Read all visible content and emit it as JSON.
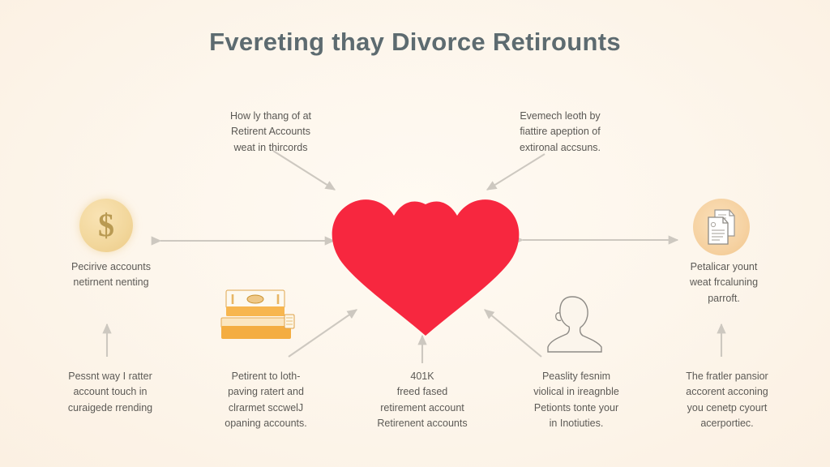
{
  "page": {
    "title": "Fvereting thay Divorce Retirounts",
    "background_color": "#fdf6ec",
    "title_color": "#5d6b70"
  },
  "center": {
    "icon": "heart-icon",
    "color": "#f7273f",
    "label": ""
  },
  "annotations": {
    "top_left": "How ly thang of at\nRetirent Accounts\nweat in thircords",
    "top_right": "Evemech leoth by\nfiattire apeption of\nextironal accsuns.",
    "left_mid": "Pecirive accounts\nnetirnent nenting",
    "right_mid": "Petalicar yount\nweat frcaluning\nparroft.",
    "bottom_1": "Pessnt way I ratter\naccount touch in\ncuraigede rrending",
    "bottom_2": "Petirent to loth-\npaving ratert and\nclrarmet sccwelJ\nopaning accounts.",
    "bottom_3": "401K\nfreed fased\nretirement account\nRetirenent accounts",
    "bottom_4": "Peaslity fesnim\nviolical in ireagnble\nPetionts tonte your\nin Inotiuties.",
    "bottom_5": "The fratler pansior\naccorent acconing\nyou cenetp cyourt\nacerportiec."
  },
  "icons": {
    "coin": {
      "name": "dollar-coin-icon",
      "glyph": "$",
      "fill": "#f2d79c",
      "glyph_color": "#b99a52"
    },
    "documents": {
      "name": "documents-icon",
      "fill": "#f6d3a4",
      "paper_color": "#ffffff"
    },
    "cash": {
      "name": "cash-stack-icon",
      "fill": "#f6b64e"
    },
    "person": {
      "name": "person-silhouette-icon",
      "stroke": "#8e8b86"
    }
  },
  "connectors": {
    "arrow_color": "#cdc8c0",
    "left_horizontal": "double-arrow",
    "right_horizontal": "double-arrow",
    "top_left_diagonal": "arrow-down-right",
    "top_right_diagonal": "arrow-down-left",
    "bottom_left_diagonal": "arrow-up-right",
    "bottom_right_diagonal": "arrow-up-left",
    "bottom_center": "arrow-up",
    "far_left_vertical": "arrow-up",
    "far_right_vertical": "arrow-up"
  }
}
